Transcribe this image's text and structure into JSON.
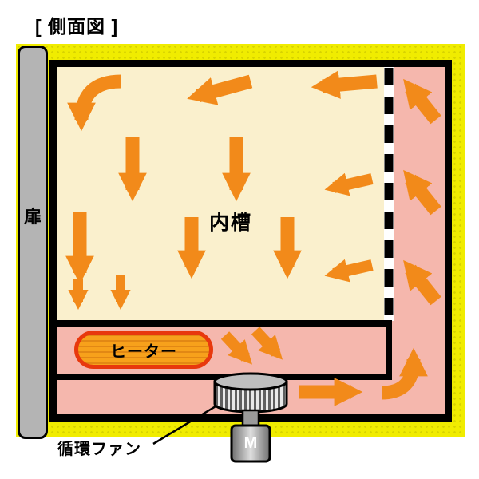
{
  "title": "[ 側面図 ]",
  "labels": {
    "door": "扉",
    "inner_chamber": "内槽",
    "heater": "ヒーター",
    "circulation_fan": "循環ファン",
    "motor": "M"
  },
  "colors": {
    "background": "#ffffff",
    "insulation_yellow": "#f0ec00",
    "duct_pink": "#f5b7ad",
    "chamber_cream": "#faf0cd",
    "arrow_orange": "#f28a1a",
    "heater_fill": "#f7a11b",
    "heater_border": "#e8380d",
    "door_gray": "#b4b4b4",
    "wall_black": "#000000"
  },
  "flow_arrows": {
    "color": "#f28a1a",
    "groups": [
      "top-curve-down-left",
      "top-leftward-center",
      "top-leftward-right",
      "down-upper-left",
      "down-upper-center",
      "down-mid-left",
      "down-mid-center",
      "down-mid-right",
      "down-to-heater-1",
      "down-to-heater-2",
      "duct-to-chamber-upper",
      "duct-to-chamber-lower",
      "duct-up-1",
      "duct-up-2",
      "duct-up-3",
      "heater-to-fan-1",
      "heater-to-fan-2",
      "fan-outlet-right",
      "duct-corner-up"
    ]
  }
}
